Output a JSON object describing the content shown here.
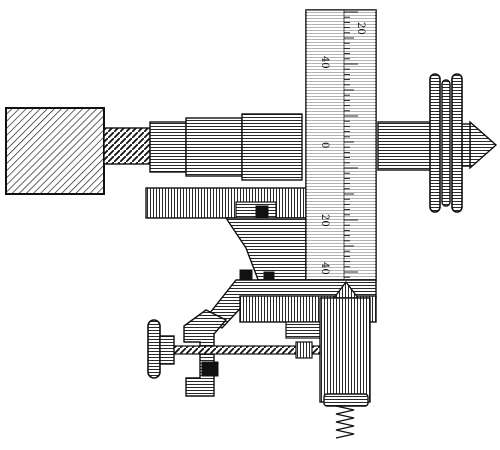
{
  "figure": {
    "scale_labels_top": [
      "20",
      "40",
      "0"
    ],
    "scale_labels_bottom": [
      "20",
      "40"
    ]
  }
}
